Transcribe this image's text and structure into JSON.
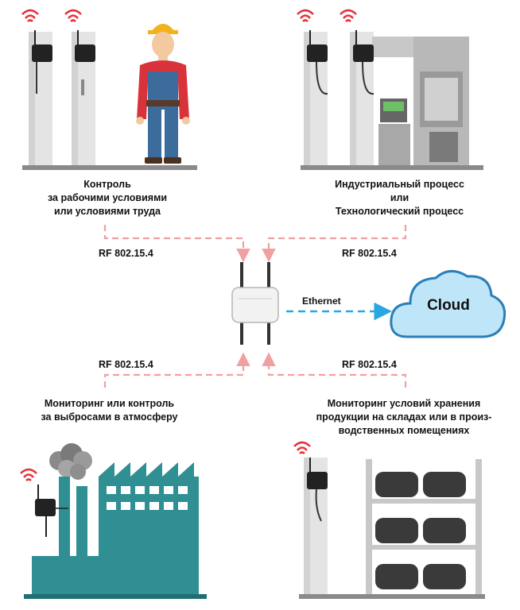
{
  "captions": {
    "top_left": [
      "Контроль",
      "за рабочими условиями",
      "или условиями труда"
    ],
    "top_right": [
      "Индустриальный процесс",
      "или",
      "Технологический процесс"
    ],
    "bottom_left": [
      "Мониторинг или контроль",
      "за выбросами в атмосферу"
    ],
    "bottom_right": [
      "Мониторинг условий хранения",
      "продукции на складах или в произ-",
      "водственных помещениях"
    ]
  },
  "links": {
    "rf_top_left": "RF 802.15.4",
    "rf_top_right": "RF 802.15.4",
    "rf_bottom_left": "RF 802.15.4",
    "rf_bottom_right": "RF 802.15.4",
    "ethernet": "Ethernet"
  },
  "cloud": {
    "label": "Cloud"
  },
  "colors": {
    "rf_line": "#f0a0a0",
    "ethernet_line": "#2aa6e0",
    "cloud_fill": "#bfe6f8",
    "cloud_stroke": "#2a7fb8",
    "factory": "#2f8f93",
    "pillar": "#e2e2e2",
    "wifi": "#e8313a",
    "sensor": "#222222"
  }
}
